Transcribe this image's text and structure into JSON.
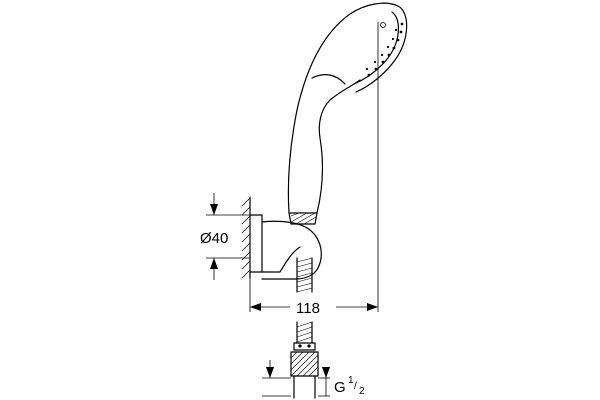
{
  "dimensions": {
    "diameter_label": "Ø40",
    "width_label": "118",
    "thread_main": "G",
    "thread_num": "1",
    "thread_sep": "/",
    "thread_den": "2"
  }
}
